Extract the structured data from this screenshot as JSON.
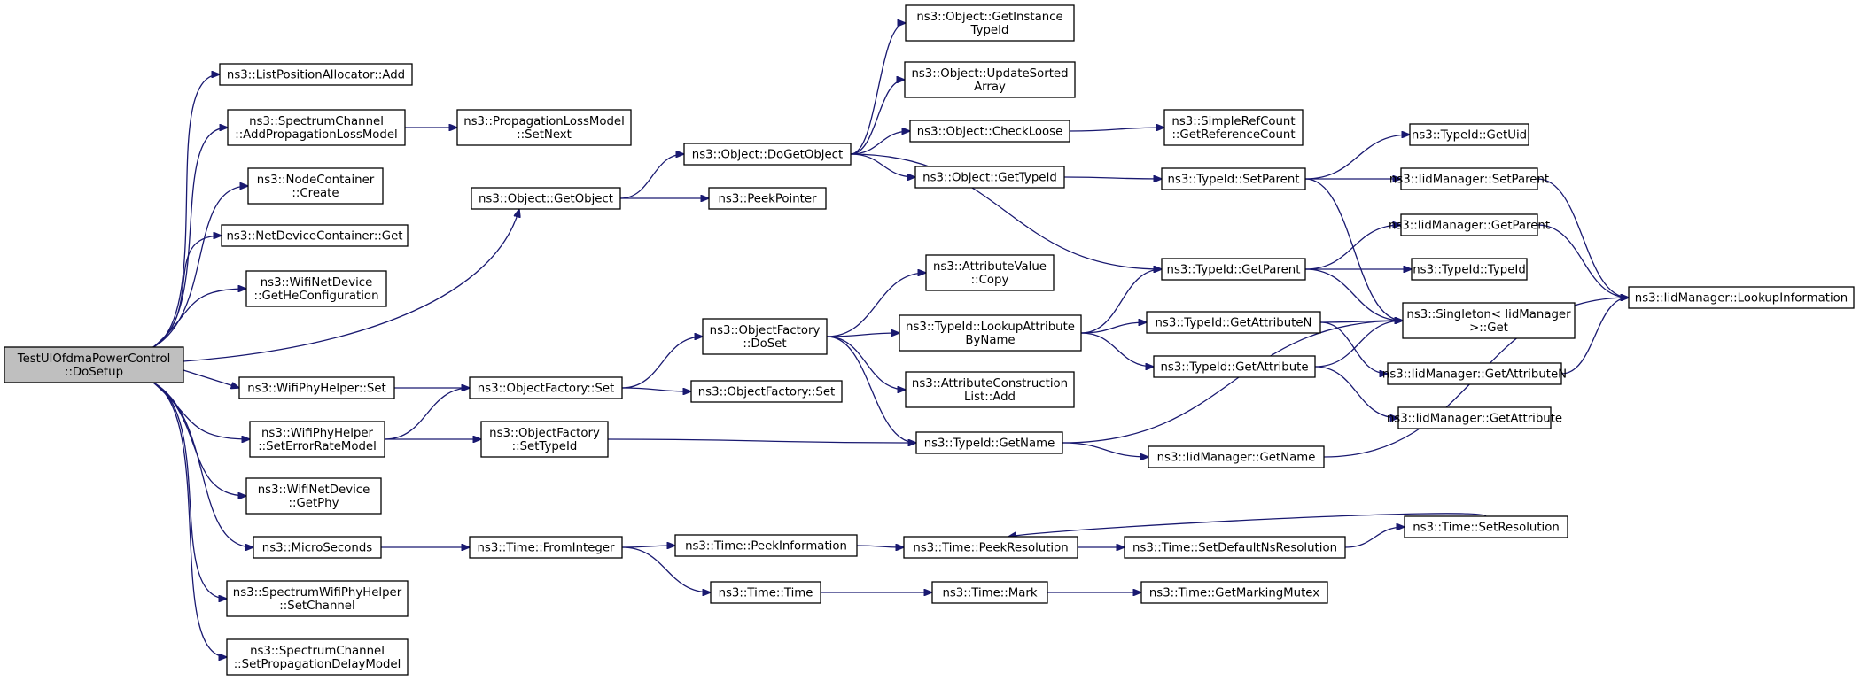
{
  "diagram": {
    "type": "call-graph",
    "colors": {
      "edge": "#191970",
      "root_fill": "#bfbfbf",
      "node_fill": "#ffffff",
      "node_border": "#000000"
    },
    "nodes": [
      {
        "id": "root",
        "lines": [
          "TestUlOfdmaPowerControl",
          "::DoSetup"
        ]
      },
      {
        "id": "lpa_add",
        "lines": [
          "ns3::ListPositionAllocator::Add"
        ]
      },
      {
        "id": "sc_addplm",
        "lines": [
          "ns3::SpectrumChannel",
          "::AddPropagationLossModel"
        ]
      },
      {
        "id": "plm_setnext",
        "lines": [
          "ns3::PropagationLossModel",
          "::SetNext"
        ]
      },
      {
        "id": "nc_create",
        "lines": [
          "ns3::NodeContainer",
          "::Create"
        ]
      },
      {
        "id": "ndc_get",
        "lines": [
          "ns3::NetDeviceContainer::Get"
        ]
      },
      {
        "id": "wnd_gethe",
        "lines": [
          "ns3::WifiNetDevice",
          "::GetHeConfiguration"
        ]
      },
      {
        "id": "obj_getobject",
        "lines": [
          "ns3::Object::GetObject"
        ]
      },
      {
        "id": "obj_dogetobject",
        "lines": [
          "ns3::Object::DoGetObject"
        ]
      },
      {
        "id": "peekpointer",
        "lines": [
          "ns3::PeekPointer"
        ]
      },
      {
        "id": "obj_getinstancetypeid",
        "lines": [
          "ns3::Object::GetInstance",
          "TypeId"
        ]
      },
      {
        "id": "obj_updatesorted",
        "lines": [
          "ns3::Object::UpdateSorted",
          "Array"
        ]
      },
      {
        "id": "obj_checkloose",
        "lines": [
          "ns3::Object::CheckLoose"
        ]
      },
      {
        "id": "srf_getrefcount",
        "lines": [
          "ns3::SimpleRefCount",
          "::GetReferenceCount"
        ]
      },
      {
        "id": "obj_gettypeid",
        "lines": [
          "ns3::Object::GetTypeId"
        ]
      },
      {
        "id": "tid_setparent",
        "lines": [
          "ns3::TypeId::SetParent"
        ]
      },
      {
        "id": "tid_getuid",
        "lines": [
          "ns3::TypeId::GetUid"
        ]
      },
      {
        "id": "iid_setparent",
        "lines": [
          "ns3::IidManager::SetParent"
        ]
      },
      {
        "id": "iid_getparent",
        "lines": [
          "ns3::IidManager::GetParent"
        ]
      },
      {
        "id": "tid_getparent",
        "lines": [
          "ns3::TypeId::GetParent"
        ]
      },
      {
        "id": "tid_typeid",
        "lines": [
          "ns3::TypeId::TypeId"
        ]
      },
      {
        "id": "iid_lookupinfo",
        "lines": [
          "ns3::IidManager::LookupInformation"
        ]
      },
      {
        "id": "singleton_get",
        "lines": [
          "ns3::Singleton< IidManager",
          " >::Get"
        ]
      },
      {
        "id": "attrval_copy",
        "lines": [
          "ns3::AttributeValue",
          "::Copy"
        ]
      },
      {
        "id": "tid_lookupattr",
        "lines": [
          "ns3::TypeId::LookupAttribute",
          "ByName"
        ]
      },
      {
        "id": "tid_getattrn",
        "lines": [
          "ns3::TypeId::GetAttributeN"
        ]
      },
      {
        "id": "tid_getattr",
        "lines": [
          "ns3::TypeId::GetAttribute"
        ]
      },
      {
        "id": "iid_getattrn",
        "lines": [
          "ns3::IidManager::GetAttributeN"
        ]
      },
      {
        "id": "iid_getattr",
        "lines": [
          "ns3::IidManager::GetAttribute"
        ]
      },
      {
        "id": "of_doset",
        "lines": [
          "ns3::ObjectFactory",
          "::DoSet"
        ]
      },
      {
        "id": "acl_add",
        "lines": [
          "ns3::AttributeConstruction",
          "List::Add"
        ]
      },
      {
        "id": "wph_set",
        "lines": [
          "ns3::WifiPhyHelper::Set"
        ]
      },
      {
        "id": "of_set",
        "lines": [
          "ns3::ObjectFactory::Set"
        ]
      },
      {
        "id": "of_set2",
        "lines": [
          "ns3::ObjectFactory::Set"
        ]
      },
      {
        "id": "wph_seterm",
        "lines": [
          "ns3::WifiPhyHelper",
          "::SetErrorRateModel"
        ]
      },
      {
        "id": "of_settypeid",
        "lines": [
          "ns3::ObjectFactory",
          "::SetTypeId"
        ]
      },
      {
        "id": "tid_getname",
        "lines": [
          "ns3::TypeId::GetName"
        ]
      },
      {
        "id": "iid_getname",
        "lines": [
          "ns3::IidManager::GetName"
        ]
      },
      {
        "id": "wnd_getphy",
        "lines": [
          "ns3::WifiNetDevice",
          "::GetPhy"
        ]
      },
      {
        "id": "microseconds",
        "lines": [
          "ns3::MicroSeconds"
        ]
      },
      {
        "id": "time_frominteger",
        "lines": [
          "ns3::Time::FromInteger"
        ]
      },
      {
        "id": "time_peekinfo",
        "lines": [
          "ns3::Time::PeekInformation"
        ]
      },
      {
        "id": "time_peekres",
        "lines": [
          "ns3::Time::PeekResolution"
        ]
      },
      {
        "id": "time_setdefaultns",
        "lines": [
          "ns3::Time::SetDefaultNsResolution"
        ]
      },
      {
        "id": "time_setres",
        "lines": [
          "ns3::Time::SetResolution"
        ]
      },
      {
        "id": "time_time",
        "lines": [
          "ns3::Time::Time"
        ]
      },
      {
        "id": "time_mark",
        "lines": [
          "ns3::Time::Mark"
        ]
      },
      {
        "id": "time_getmarkingmutex",
        "lines": [
          "ns3::Time::GetMarkingMutex"
        ]
      },
      {
        "id": "swph_setchannel",
        "lines": [
          "ns3::SpectrumWifiPhyHelper",
          "::SetChannel"
        ]
      },
      {
        "id": "sc_setpdm",
        "lines": [
          "ns3::SpectrumChannel",
          "::SetPropagationDelayModel"
        ]
      }
    ],
    "edges": [
      [
        "root",
        "lpa_add"
      ],
      [
        "root",
        "sc_addplm"
      ],
      [
        "root",
        "nc_create"
      ],
      [
        "root",
        "ndc_get"
      ],
      [
        "root",
        "wnd_gethe"
      ],
      [
        "root",
        "obj_getobject"
      ],
      [
        "root",
        "wph_set"
      ],
      [
        "root",
        "wph_seterm"
      ],
      [
        "root",
        "wnd_getphy"
      ],
      [
        "root",
        "microseconds"
      ],
      [
        "root",
        "swph_setchannel"
      ],
      [
        "root",
        "sc_setpdm"
      ],
      [
        "sc_addplm",
        "plm_setnext"
      ],
      [
        "obj_getobject",
        "obj_dogetobject"
      ],
      [
        "obj_getobject",
        "peekpointer"
      ],
      [
        "obj_dogetobject",
        "obj_getinstancetypeid"
      ],
      [
        "obj_dogetobject",
        "obj_updatesorted"
      ],
      [
        "obj_dogetobject",
        "obj_checkloose"
      ],
      [
        "obj_dogetobject",
        "obj_gettypeid"
      ],
      [
        "obj_dogetobject",
        "tid_getparent"
      ],
      [
        "obj_checkloose",
        "srf_getrefcount"
      ],
      [
        "obj_gettypeid",
        "tid_setparent"
      ],
      [
        "tid_setparent",
        "tid_getuid"
      ],
      [
        "tid_setparent",
        "iid_setparent"
      ],
      [
        "tid_setparent",
        "singleton_get"
      ],
      [
        "iid_setparent",
        "iid_lookupinfo"
      ],
      [
        "tid_getparent",
        "iid_getparent"
      ],
      [
        "tid_getparent",
        "tid_typeid"
      ],
      [
        "tid_getparent",
        "singleton_get"
      ],
      [
        "iid_getparent",
        "iid_lookupinfo"
      ],
      [
        "wph_set",
        "of_set"
      ],
      [
        "wph_seterm",
        "of_set"
      ],
      [
        "wph_seterm",
        "of_settypeid"
      ],
      [
        "of_set",
        "of_doset"
      ],
      [
        "of_set",
        "of_set2"
      ],
      [
        "of_doset",
        "attrval_copy"
      ],
      [
        "of_doset",
        "tid_lookupattr"
      ],
      [
        "of_doset",
        "acl_add"
      ],
      [
        "of_doset",
        "tid_getname"
      ],
      [
        "tid_lookupattr",
        "tid_getparent"
      ],
      [
        "tid_lookupattr",
        "tid_getattrn"
      ],
      [
        "tid_lookupattr",
        "tid_getattr"
      ],
      [
        "tid_getattrn",
        "singleton_get"
      ],
      [
        "tid_getattrn",
        "iid_getattrn"
      ],
      [
        "tid_getattr",
        "singleton_get"
      ],
      [
        "tid_getattr",
        "iid_getattr"
      ],
      [
        "iid_getattrn",
        "iid_lookupinfo"
      ],
      [
        "of_settypeid",
        "tid_getname"
      ],
      [
        "tid_getname",
        "singleton_get"
      ],
      [
        "tid_getname",
        "iid_getname"
      ],
      [
        "iid_getname",
        "iid_lookupinfo"
      ],
      [
        "microseconds",
        "time_frominteger"
      ],
      [
        "time_frominteger",
        "time_peekinfo"
      ],
      [
        "time_frominteger",
        "time_time"
      ],
      [
        "time_peekinfo",
        "time_peekres"
      ],
      [
        "time_peekres",
        "time_setdefaultns"
      ],
      [
        "time_setdefaultns",
        "time_setres"
      ],
      [
        "time_setres",
        "time_peekres"
      ],
      [
        "time_time",
        "time_mark"
      ],
      [
        "time_mark",
        "time_getmarkingmutex"
      ]
    ]
  }
}
